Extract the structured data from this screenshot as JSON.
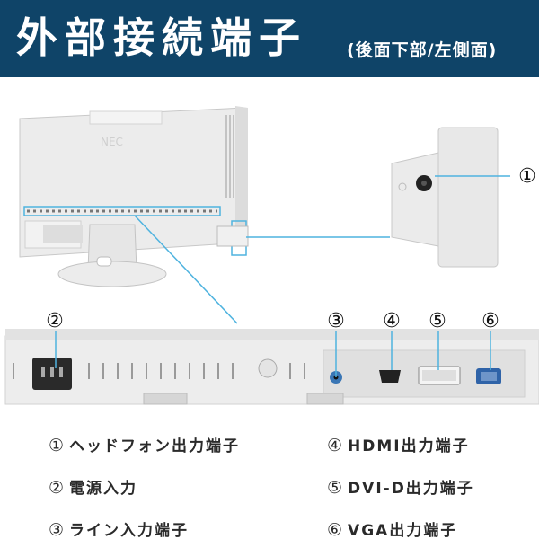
{
  "header": {
    "title": "外部接続端子",
    "subtitle": "(後面下部/左側面)",
    "bg_color": "#0f4468"
  },
  "callouts": {
    "c1": "①",
    "c2": "②",
    "c3": "③",
    "c4": "④",
    "c5": "⑤",
    "c6": "⑥"
  },
  "legend": {
    "item1": {
      "num": "①",
      "label": "ヘッドフォン出力端子"
    },
    "item2": {
      "num": "②",
      "label": "電源入力"
    },
    "item3": {
      "num": "③",
      "label": "ライン入力端子"
    },
    "item4": {
      "num": "④",
      "label": "HDMI出力端子"
    },
    "item5": {
      "num": "⑤",
      "label": "DVI-D出力端子"
    },
    "item6": {
      "num": "⑥",
      "label": "VGA出力端子"
    }
  },
  "accent_color": "#4fb3df"
}
